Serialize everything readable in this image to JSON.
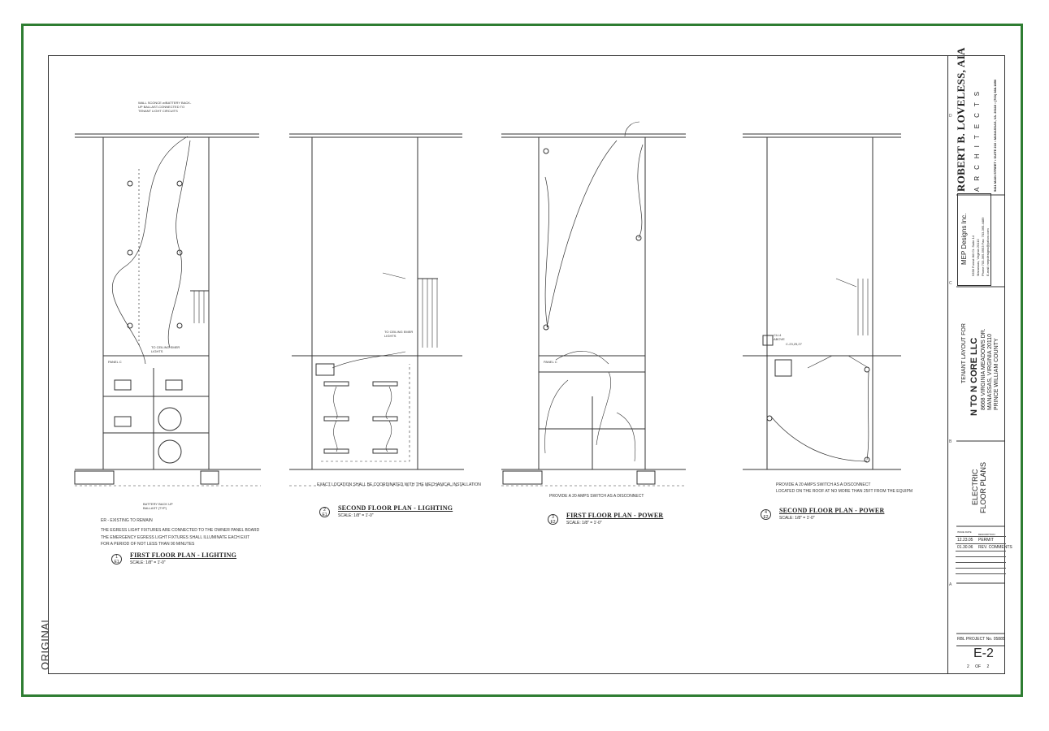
{
  "sheet": {
    "original_stamp": "ORIGINAL",
    "border_color": "#2e7d32"
  },
  "plans": [
    {
      "num_top": "1",
      "num_bottom": "E1",
      "title": "FIRST FLOOR PLAN - LIGHTING",
      "scale": "SCALE: 1/8\" = 1'-0\"",
      "notes": [
        "ER - EXISTING TO REMAIN",
        "THE EGRESS LIGHT FIXTURES ARE CONNECTED TO THE OWNER PANEL BOARD",
        "THE EMERGENCY EGRESS LIGHT FIXTURES SHALL ILLUMINATE EACH EXIT",
        "FOR A PERIOD OF NOT LESS THAN 90 MINUTES"
      ],
      "labels": {
        "wall_sconce": "WALL SCONCE w/BATTERY BACK-UP BALLAST-CONNECTED TO TENANT LIGHT CIRCUITS",
        "battery": "BATTERY BACK UP BALLAST (TYP)",
        "panel": "PANEL C",
        "to_ceiling": "TO CEILING EMER LIGHTS"
      }
    },
    {
      "num_top": "2",
      "num_bottom": "E1",
      "title": "SECOND FLOOR PLAN - LIGHTING",
      "scale": "SCALE: 1/8\" = 1'-0\"",
      "notes": [
        "EXACT LOCATION SHALL BE COORDINATED WITH THE MECHANICAL INSTALLATION"
      ],
      "labels": {
        "to_ceiling": "TO CEILING EMER LIGHTS"
      }
    },
    {
      "num_top": "3",
      "num_bottom": "E2",
      "title": "FIRST FLOOR PLAN - POWER",
      "scale": "SCALE: 1/8\" = 1'-0\"",
      "notes": [
        "PROVIDE A 20 AMPS SWITCH AS A DISCONNECT"
      ],
      "labels": {
        "panel": "PANEL C"
      }
    },
    {
      "num_top": "4",
      "num_bottom": "E2",
      "title": "SECOND FLOOR PLAN - POWER",
      "scale": "SCALE: 1/8\" = 1'-0\"",
      "notes": [
        "PROVIDE A 20 AMPS SWITCH AS A DISCONNECT",
        "LOCATED ON THE ROOF AT NO MORE THAN 25FT FROM THE EQUIPM"
      ],
      "labels": {
        "cu": "CU-4 ABOVE",
        "circuits": "C-23,25,27"
      }
    }
  ],
  "title_block": {
    "firm": "ROBERT B. LOVELESS, AIA",
    "firm_type": "ARCHITECTS",
    "firm_address": "9411 MAIN STREET • SUITE 210 • MANASSAS, VA. 20110 • (703) 368-1890",
    "mep_name": "MEP Designs Inc.",
    "mep_lines": [
      "9358 Forest Hill Ct. Suite 14",
      "Manassas, Virginia 20110",
      "Phone 703-365-5953 Fax: 703-365-4489",
      "E-mail: mepdesigns@yahoo.com"
    ],
    "project_caption": "TENANT LAYOUT FOR",
    "project_name": "N TO N CORE LLC",
    "project_address": [
      "8668 VIRGINIA MEADOWS DR.",
      "MANASSAS, VIRGINIA 20110",
      "PRINCE WILLIAM COUNTY"
    ],
    "drawing_title": [
      "ELECTRIC",
      "FLOOR PLANS"
    ],
    "revisions_header": {
      "date": "ISSUE DATE",
      "desc": "DESCRIPTION"
    },
    "revisions": [
      {
        "date": "12.23.05",
        "desc": "PERMIT"
      },
      {
        "date": "01.30.06",
        "desc": "REV. COMMENTS"
      }
    ],
    "project_no": "RBL PROJECT No. 05885",
    "sheet_no": "E-2",
    "sheet_of": "2 OF 2",
    "grid_letters": [
      "D",
      "C",
      "B",
      "A"
    ]
  }
}
